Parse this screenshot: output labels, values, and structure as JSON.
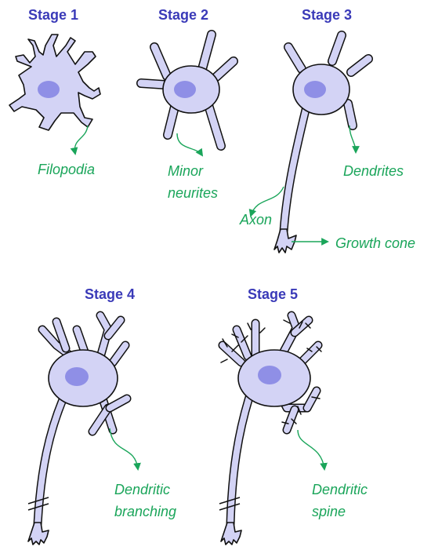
{
  "stages": [
    {
      "title": "Stage 1"
    },
    {
      "title": "Stage 2"
    },
    {
      "title": "Stage 3"
    },
    {
      "title": "Stage 4"
    },
    {
      "title": "Stage 5"
    }
  ],
  "labels": {
    "filopodia": "Filopodia",
    "minor_neurites_1": "Minor",
    "minor_neurites_2": "neurites",
    "dendrites": "Dendrites",
    "axon": "Axon",
    "growth_cone": "Growth cone",
    "dendritic_branching_1": "Dendritic",
    "dendritic_branching_2": "branching",
    "dendritic_spine_1": "Dendritic",
    "dendritic_spine_2": "spine"
  },
  "colors": {
    "title": "#3a3ab8",
    "label": "#1aa55a",
    "cell_fill": "#d3d3f5",
    "nucleus": "#8f8fe6"
  }
}
